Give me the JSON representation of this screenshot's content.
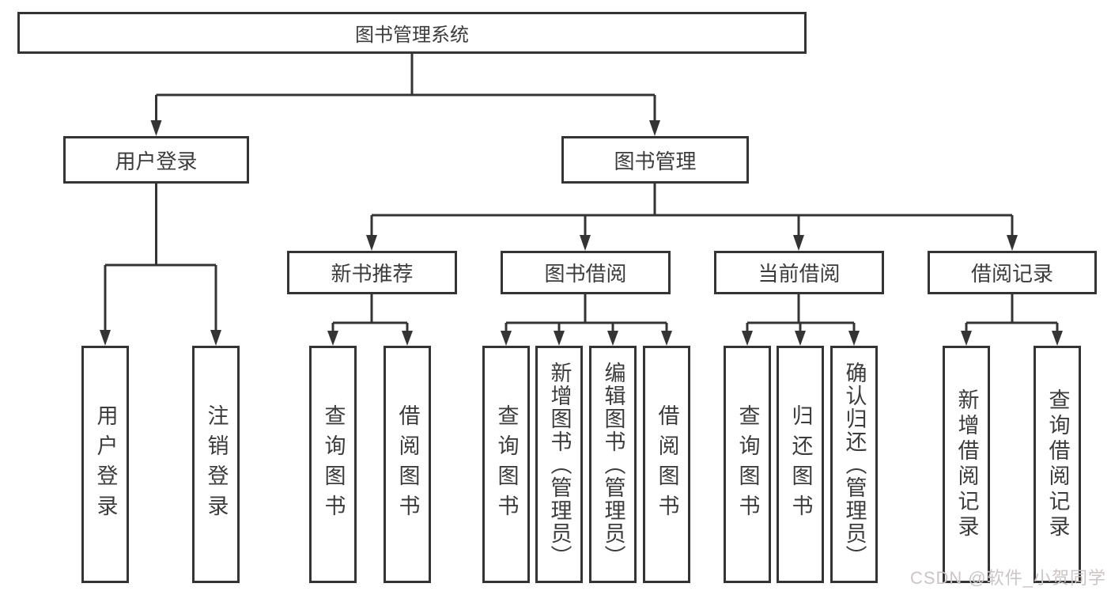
{
  "tree": {
    "root": "图书管理系统",
    "children": [
      {
        "label": "用户登录",
        "leaves": [
          "用户登录",
          "注销登录"
        ]
      },
      {
        "label": "图书管理",
        "children": [
          {
            "label": "新书推荐",
            "leaves": [
              "查询图书",
              "借阅图书"
            ]
          },
          {
            "label": "图书借阅",
            "leaves": [
              "查询图书",
              "新增图书（管理员）",
              "编辑图书（管理员）",
              "借阅图书"
            ]
          },
          {
            "label": "当前借阅",
            "leaves": [
              "查询图书",
              "归还图书",
              "确认归还（管理员）"
            ]
          },
          {
            "label": "借阅记录",
            "leaves": [
              "新增借阅记录",
              "查询借阅记录"
            ]
          }
        ]
      }
    ]
  },
  "watermark": "CSDN @软件_小贺同学",
  "colors": {
    "line": "#343434",
    "text": "#3c3c3c",
    "background": "#ffffff",
    "watermark": "#ccc5c6"
  }
}
